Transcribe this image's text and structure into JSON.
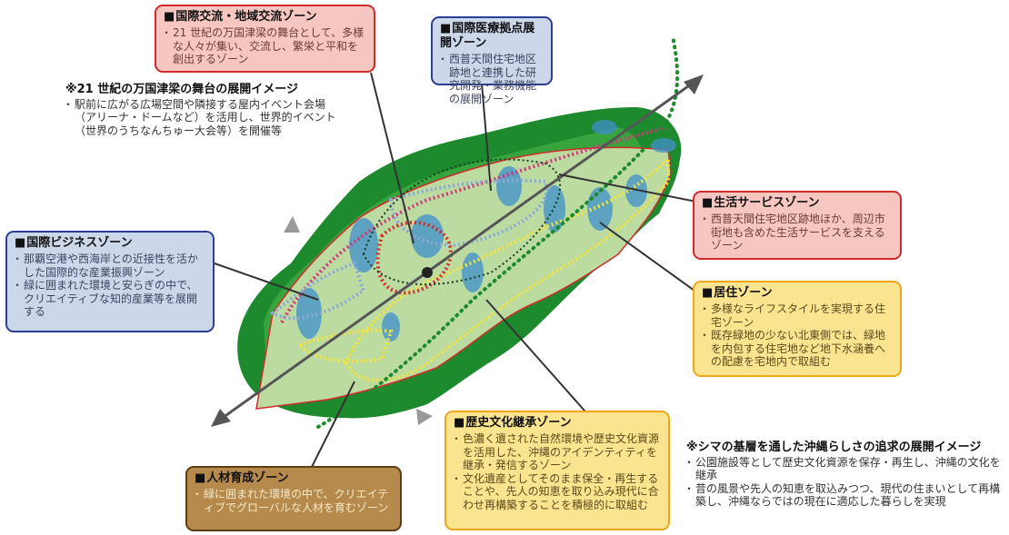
{
  "zones": {
    "international_exchange": {
      "title": "国際交流・地域交流ゾーン",
      "items": [
        "21 世紀の万国津梁の舞台として、多様な人々が集い、交流し、繁栄と平和を創出するゾーン"
      ]
    },
    "international_medical": {
      "title": "国際医療拠点展開ゾーン",
      "items": [
        "西普天間住宅地区跡地と連携した研究開発・業務機能の展開ゾーン"
      ]
    },
    "living_service": {
      "title": "生活サービスゾーン",
      "items": [
        "西普天間住宅地区跡地ほか、周辺市街地も含めた生活サービスを支えるゾーン"
      ]
    },
    "international_business": {
      "title": "国際ビジネスゾーン",
      "items": [
        "那覇空港や西海岸との近接性を活かした国際的な産業振興ゾーン",
        "緑に囲まれた環境と安らぎの中で、クリエイティブな知的産業等を展開する"
      ]
    },
    "residential": {
      "title": "居住ゾーン",
      "items": [
        "多様なライフスタイルを実現する住宅ゾーン",
        "既存緑地の少ない北東側では、緑地を内包する住宅地など地下水涵養への配慮を宅地内で取組む"
      ]
    },
    "history_culture": {
      "title": "歴史文化継承ゾーン",
      "items": [
        "色濃く遺された自然環境や歴史文化資源を活用した、沖縄のアイデンティティを継承・発信するゾーン",
        "文化遺産としてそのまま保全・再生することや、先人の知恵を取り込み現代に合わせ再構築することを積極的に取組む"
      ]
    },
    "human_resources": {
      "title": "人材育成ゾーン",
      "items": [
        "緑に囲まれた環境の中で、クリエイティブでグローバルな人材を育むゾーン"
      ]
    }
  },
  "notes": {
    "stage_image": {
      "title": "※21 世紀の万国津梁の舞台の展開イメージ",
      "items": [
        "駅前に広がる広場空間や隣接する屋内イベント会場（アリーナ・ドームなど）を活用し、世界的イベント（世界のうちなんちゅー大会等）を開催等"
      ]
    },
    "shima_image": {
      "title": "※シマの基層を通した沖縄らしさの追求の展開イメージ",
      "items": [
        "公園施設等として歴史文化資源を保存・再生し、沖縄の文化を継承",
        "昔の風景や先人の知恵を取込みつつ、現代の住まいとして再構築し、沖縄ならではの現在に適応した暮らしを実現"
      ]
    }
  },
  "colors": {
    "green_dark": "#1e8a2e",
    "green_mid": "#3aa63f",
    "green_light": "#bcdba0",
    "accent_red": "#d12c2c",
    "accent_blue": "#2b3f94",
    "accent_yellow": "#f0a61c",
    "accent_brown": "#5f3c12",
    "water": "#3e8fcc"
  }
}
